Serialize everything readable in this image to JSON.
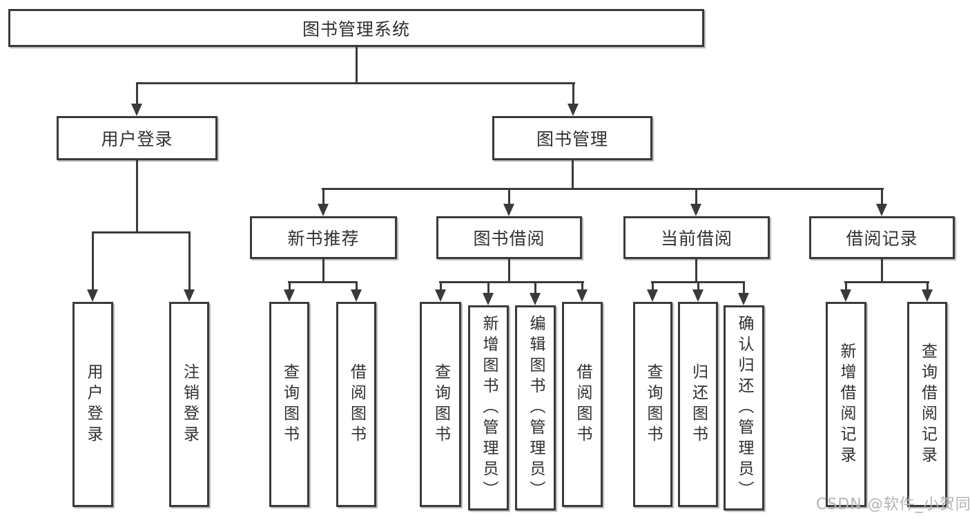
{
  "diagram": {
    "root": "图书管理系统",
    "user_login_branch": {
      "label": "用户登录",
      "children": [
        "用户登录",
        "注销登录"
      ]
    },
    "book_mgmt_branch": {
      "label": "图书管理",
      "groups": [
        {
          "label": "新书推荐",
          "children": [
            "查询图书",
            "借阅图书"
          ]
        },
        {
          "label": "图书借阅",
          "children": [
            "查询图书",
            "新增图书（管理员）",
            "编辑图书（管理员）",
            "借阅图书"
          ]
        },
        {
          "label": "当前借阅",
          "children": [
            "查询图书",
            "归还图书",
            "确认归还（管理员）"
          ]
        },
        {
          "label": "借阅记录",
          "children": [
            "新增借阅记录",
            "查询借阅记录"
          ]
        }
      ]
    },
    "colors": {
      "line": "#3a3a3a",
      "watermark": "#b3b3b3"
    },
    "watermark": "CSDN @软件_小贺同学"
  }
}
